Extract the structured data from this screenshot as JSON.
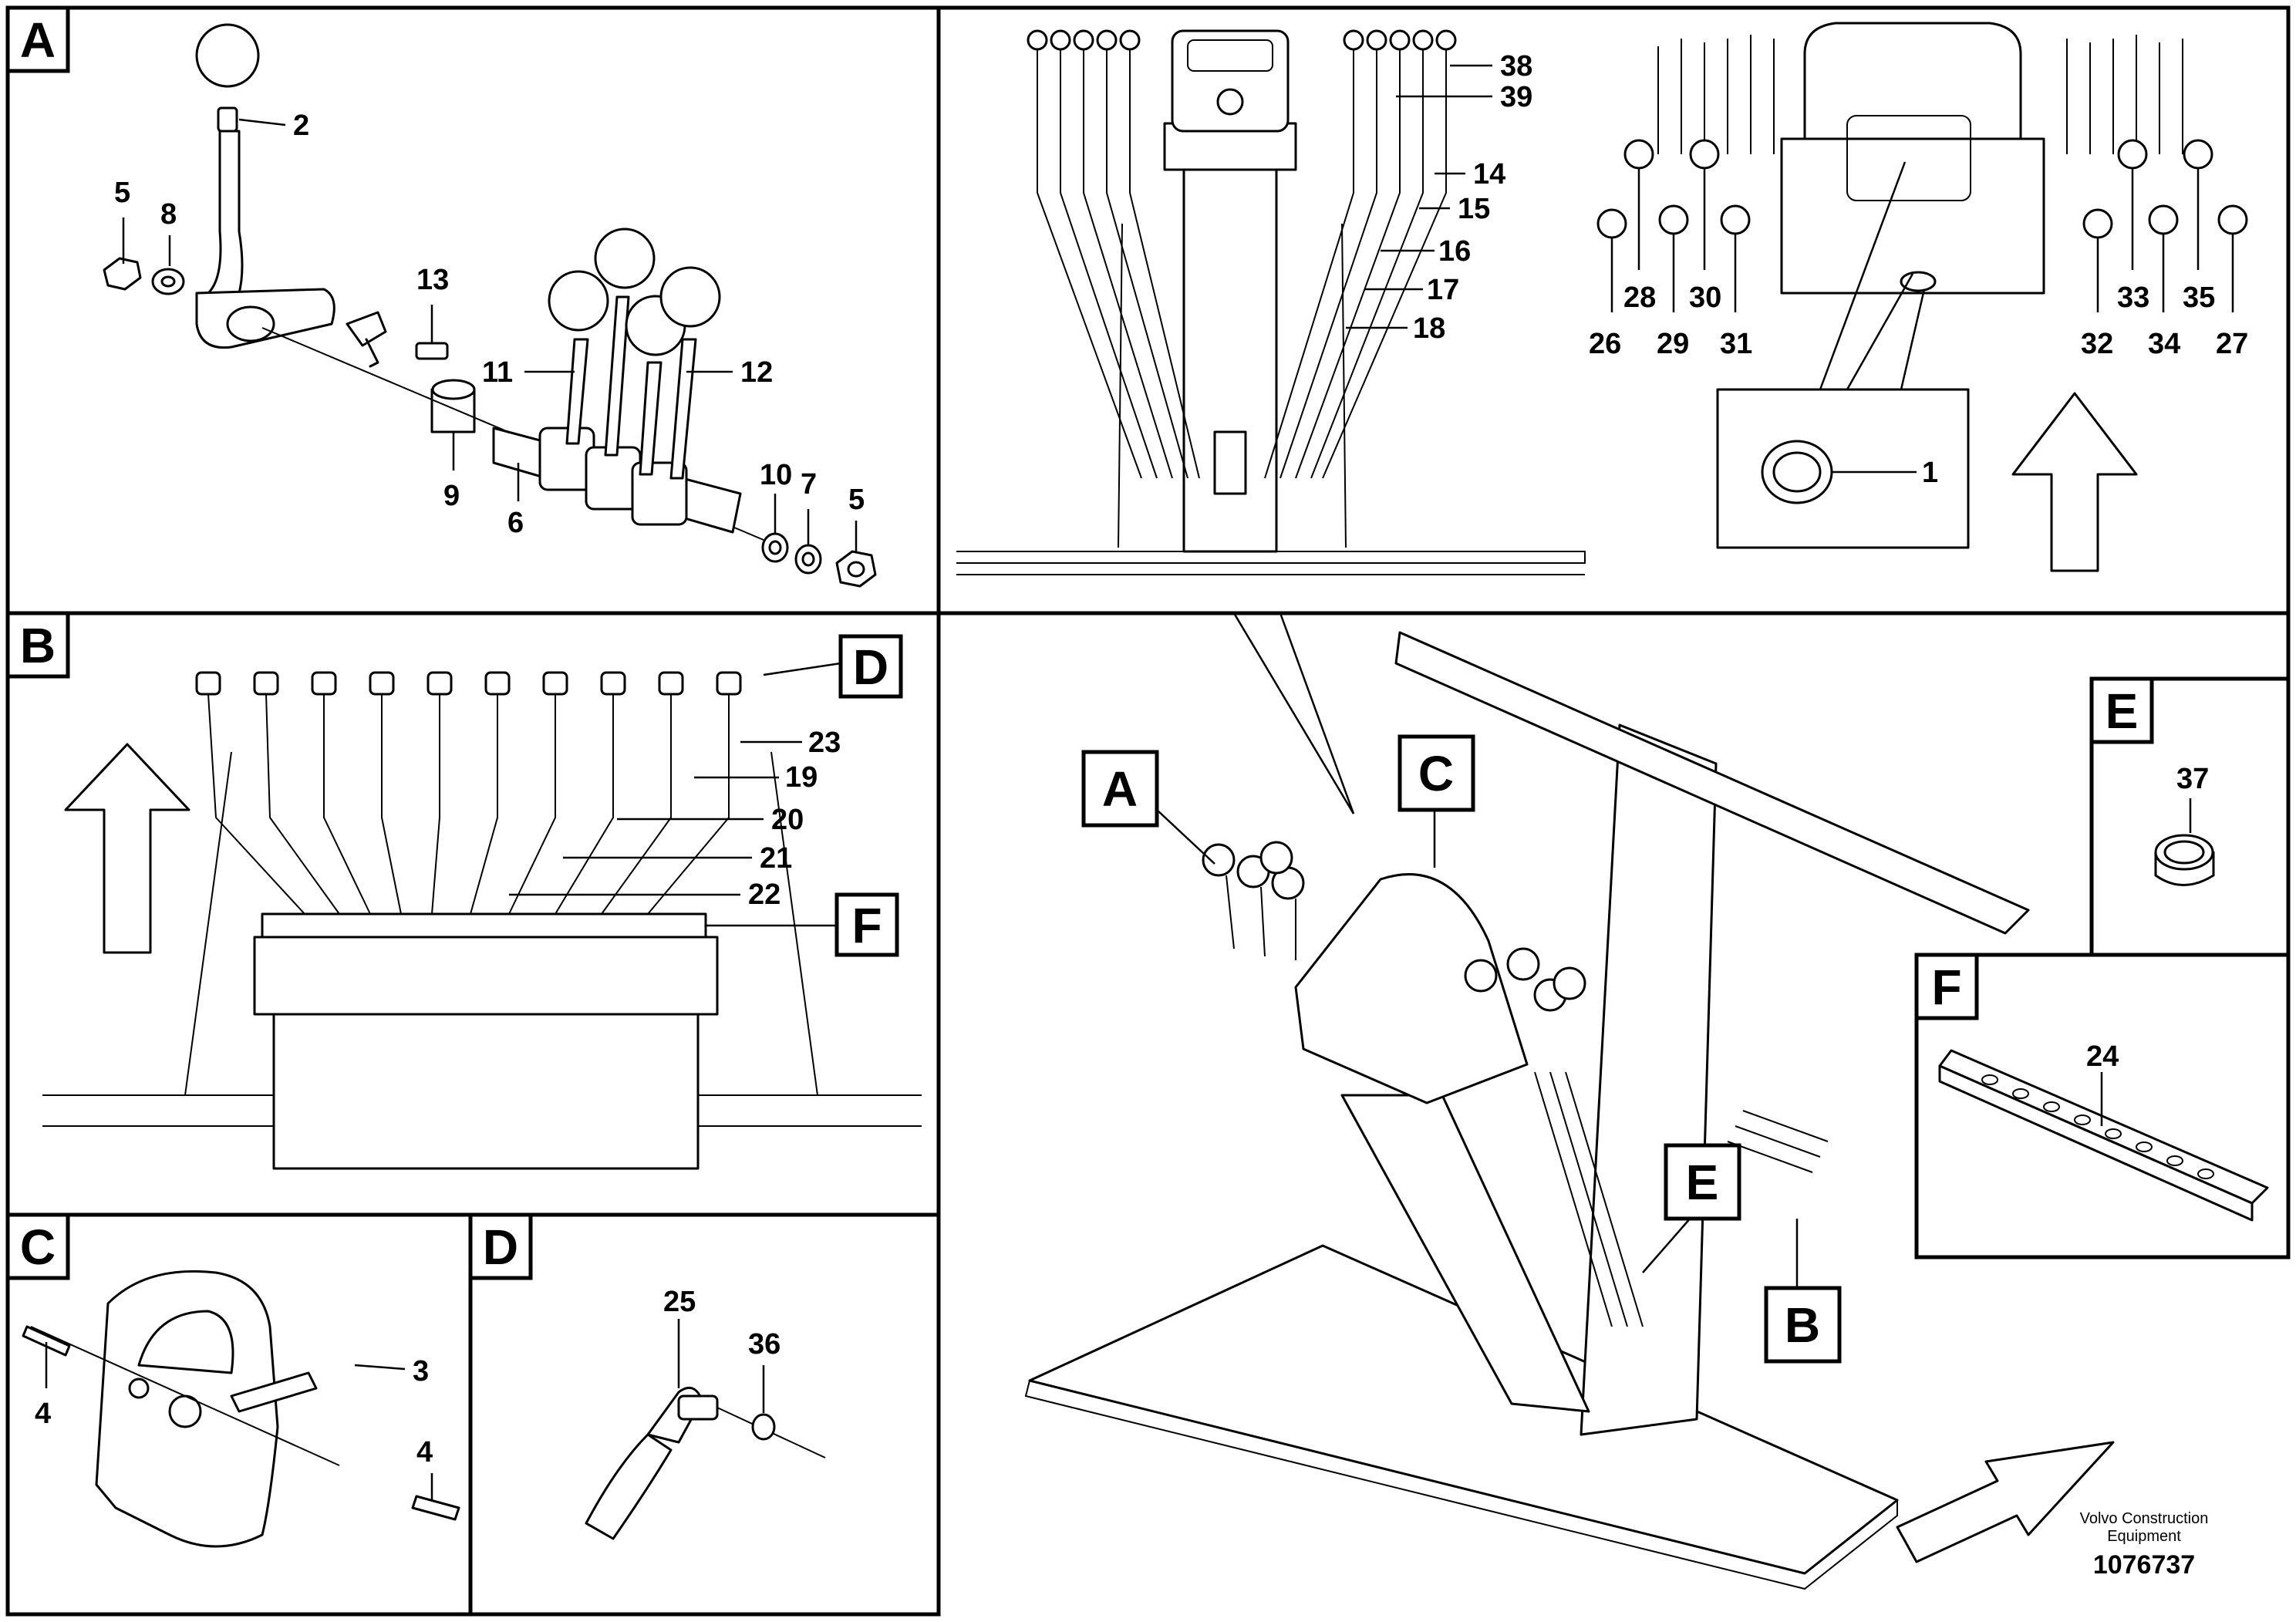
{
  "panels": {
    "A": "A",
    "B": "B",
    "C": "C",
    "D": "D",
    "E": "E",
    "F": "F"
  },
  "overview_callouts": {
    "A": "A",
    "B": "B",
    "C": "C",
    "E": "E"
  },
  "b_callouts": {
    "D": "D",
    "F": "F"
  },
  "part_numbers": {
    "p1": "1",
    "p2": "2",
    "p3": "3",
    "p4a": "4",
    "p4b": "4",
    "p5a": "5",
    "p5b": "5",
    "p6": "6",
    "p7": "7",
    "p8": "8",
    "p9": "9",
    "p10": "10",
    "p11": "11",
    "p12": "12",
    "p13": "13",
    "p14": "14",
    "p15": "15",
    "p16": "16",
    "p17": "17",
    "p18": "18",
    "p19": "19",
    "p20": "20",
    "p21": "21",
    "p22": "22",
    "p23": "23",
    "p24": "24",
    "p25": "25",
    "p26": "26",
    "p27": "27",
    "p28": "28",
    "p29": "29",
    "p30": "30",
    "p31": "31",
    "p32": "32",
    "p33": "33",
    "p34": "34",
    "p35": "35",
    "p36": "36",
    "p37": "37",
    "p38": "38",
    "p39": "39"
  },
  "footer": {
    "company_line1": "Volvo Construction",
    "company_line2": "Equipment",
    "drawing_number": "1076737"
  }
}
